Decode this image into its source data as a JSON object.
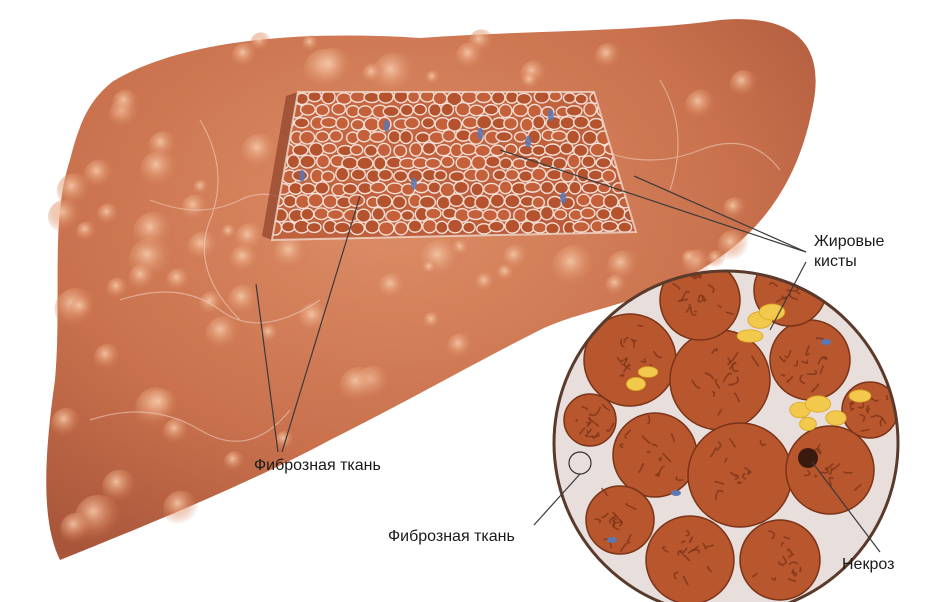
{
  "labels": {
    "fat_cysts_line1": "Жировые",
    "fat_cysts_line2": "кисты",
    "fibrous_tissue_liver": "Фиброзная ткань",
    "fibrous_tissue_section": "Фиброзная ткань",
    "necrosis": "Некроз"
  },
  "colors": {
    "liver_base": "#c9714d",
    "liver_highlight": "#e9a27c",
    "liver_shadow": "#a8553a",
    "fibrous_tissue": "#e8d9d4",
    "lobule": "#b8562e",
    "lobule_dark": "#8a3a1c",
    "fat": "#f2c94c",
    "vein": "#5a78b4",
    "leader_line": "#3a3a3a"
  }
}
